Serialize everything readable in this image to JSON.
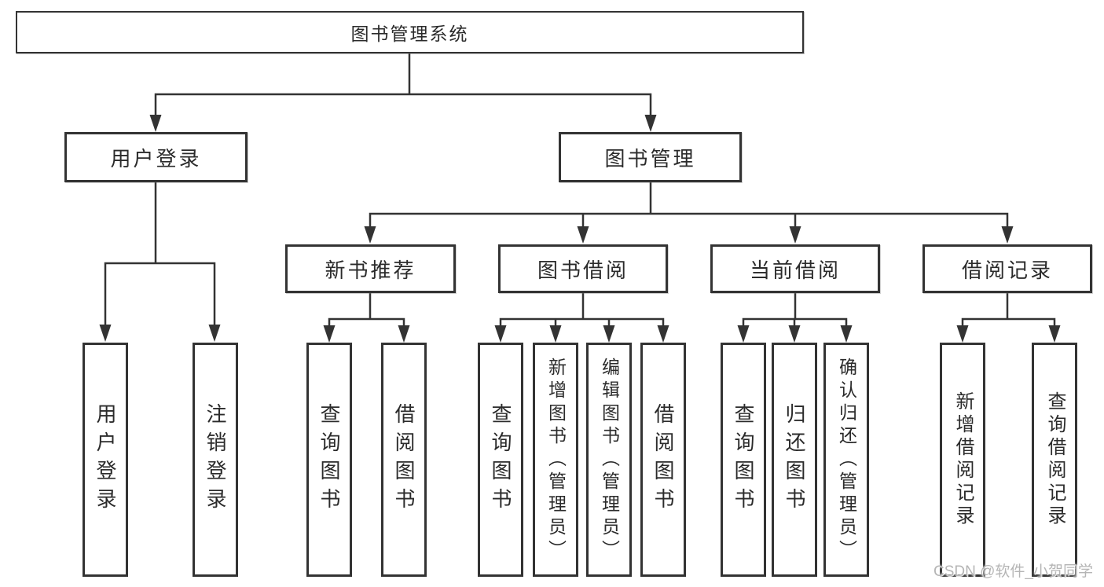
{
  "root": {
    "label": "图书管理系统"
  },
  "user_login": {
    "label": "用户登录",
    "children": [
      {
        "label": "用户登录"
      },
      {
        "label": "注销登录"
      }
    ]
  },
  "book_management": {
    "label": "图书管理",
    "sections": [
      {
        "label": "新书推荐",
        "children": [
          {
            "label": "查询图书"
          },
          {
            "label": "借阅图书"
          }
        ]
      },
      {
        "label": "图书借阅",
        "children": [
          {
            "label": "查询图书"
          },
          {
            "label": "新增图书（管理员）"
          },
          {
            "label": "编辑图书（管理员）"
          },
          {
            "label": "借阅图书"
          }
        ]
      },
      {
        "label": "当前借阅",
        "children": [
          {
            "label": "查询图书"
          },
          {
            "label": "归还图书"
          },
          {
            "label": "确认归还（管理员）"
          }
        ]
      },
      {
        "label": "借阅记录",
        "children": [
          {
            "label": "新增借阅记录"
          },
          {
            "label": "查询借阅记录"
          }
        ]
      }
    ]
  },
  "watermark": "CSDN @软件_小贺同学",
  "colors": {
    "line": "#333333",
    "text": "#2b2b2b",
    "watermark": "#b5b5b5",
    "background": "#ffffff"
  }
}
